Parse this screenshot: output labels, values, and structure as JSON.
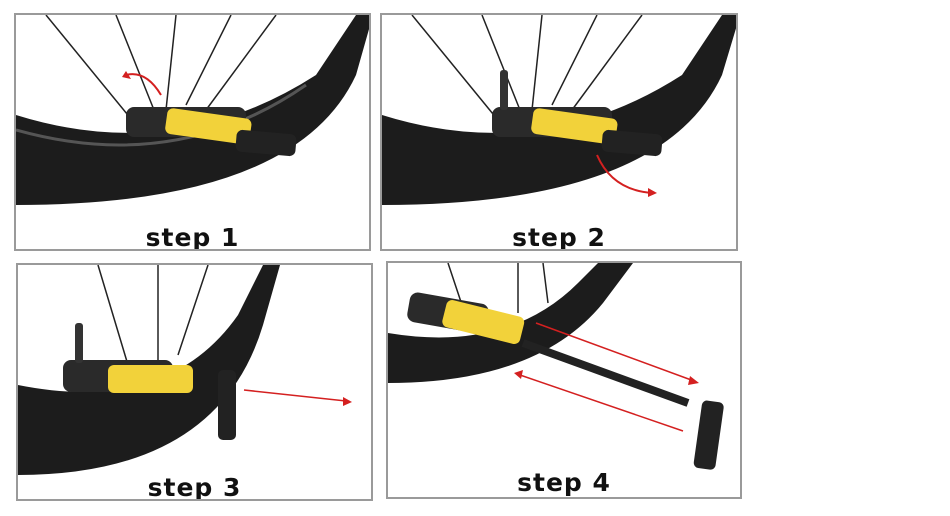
{
  "steps": [
    {
      "label": "step 1"
    },
    {
      "label": "step 2"
    },
    {
      "label": "step 3"
    },
    {
      "label": "step 4"
    }
  ],
  "colors": {
    "border": "#9a9a9a",
    "pump_yellow": "#f2d23a",
    "tire": "#1c1c1c",
    "arrow": "#d42020"
  }
}
